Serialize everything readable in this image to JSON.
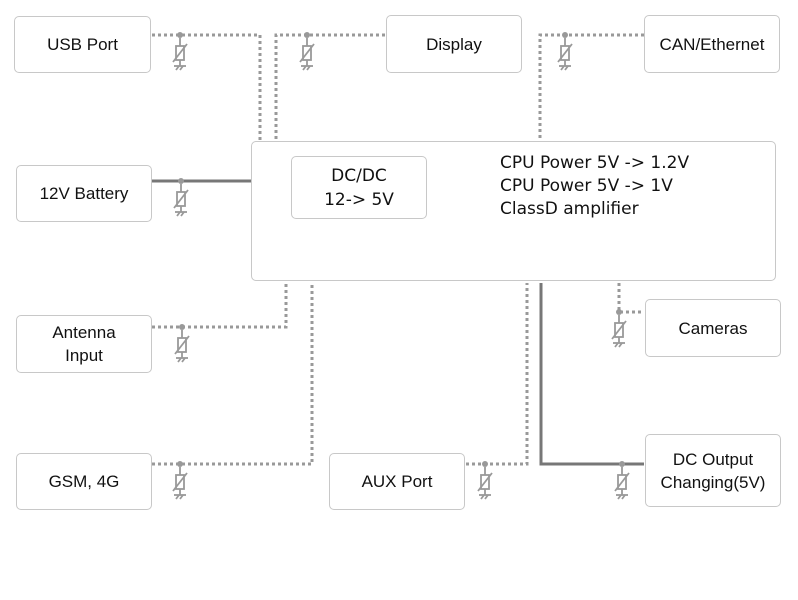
{
  "blocks": {
    "usb_port": "USB Port",
    "display": "Display",
    "can_ethernet": "CAN/Ethernet",
    "battery": "12V Battery",
    "dcdc": "DC/DC\n12-> 5V",
    "antenna": "Antenna\nInput",
    "cameras": "Cameras",
    "gsm": "GSM, 4G",
    "aux_port": "AUX Port",
    "dc_output": "DC Output\nChanging(5V)"
  },
  "main_unit": {
    "items": [
      "CPU Power 5V -> 1.2V",
      "CPU Power 5V -> 1V",
      "ClassD amplifier"
    ]
  },
  "colors": {
    "box_border": "#c8c8c8",
    "power_line": "#777777",
    "signal_line": "#999999",
    "text": "#111111"
  }
}
